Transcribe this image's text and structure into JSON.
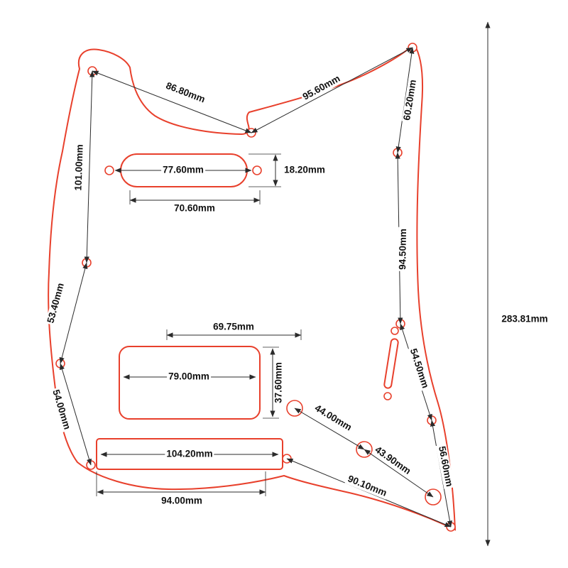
{
  "colors": {
    "outline": "#e8402c",
    "dimline": "#2b2b2b",
    "label": "#111111",
    "background": "#ffffff"
  },
  "dimensions": {
    "top_span_left": "86.80mm",
    "top_span_right": "95.60mm",
    "upper_right_edge": "60.20mm",
    "upper_left_edge": "101.00mm",
    "mid_left_edge": "53.40mm",
    "lower_left_edge": "54.00mm",
    "mid_right_edge": "94.50mm",
    "switch_to_pot": "54.50mm",
    "lower_right_edge": "56.60mm",
    "bottom_span": "90.10mm",
    "pot1_to_pot2": "44.00mm",
    "pot2_to_pot3": "43.90mm",
    "neck_pickup_screw_span": "77.60mm",
    "neck_pickup_height": "18.20mm",
    "neck_pickup_length": "70.60mm",
    "humbucker_top_span": "69.75mm",
    "humbucker_length": "79.00mm",
    "humbucker_height": "37.60mm",
    "tremolo_length": "104.20mm",
    "tremolo_screw_span": "94.00mm",
    "overall_length": "283.81mm"
  }
}
